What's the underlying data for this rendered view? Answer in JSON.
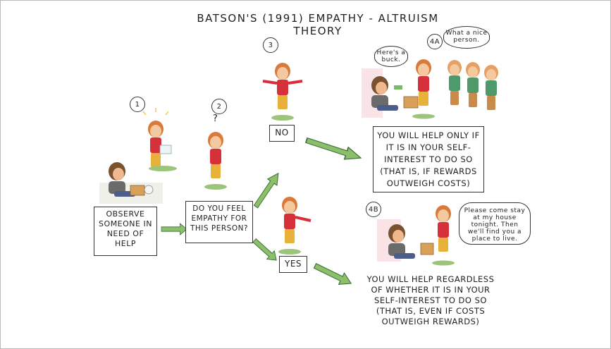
{
  "title": "BATSON'S (1991) EMPATHY - ALTRUISM THEORY",
  "steps": {
    "one": "1",
    "two": "2",
    "three": "3",
    "four_a": "4a",
    "four_b": "4b"
  },
  "question_mark": "?",
  "observe_box": [
    "OBSERVE",
    "SOMEONE IN",
    "NEED OF",
    "HELP"
  ],
  "empathy_box": [
    "DO YOU FEEL",
    "EMPATHY FOR",
    "THIS PERSON?"
  ],
  "no_label": "NO",
  "yes_label": "YES",
  "bubbles": {
    "heres_a_buck": "Here's a buck.",
    "nice_person": "What a nice person.",
    "come_stay": "Please come stay at my house tonight. Then we'll find you a place to live."
  },
  "result_a": [
    "YOU WILL HELP ONLY IF",
    "IT IS IN YOUR SELF-",
    "INTEREST TO DO SO",
    "(THAT IS, IF REWARDS",
    "OUTWEIGH COSTS)"
  ],
  "result_b": [
    "YOU WILL HELP REGARDLESS",
    "OF WHETHER IT IS IN YOUR",
    "SELF-INTEREST TO DO SO",
    "(THAT IS, EVEN IF COSTS",
    "OUTWEIGH REWARDS)"
  ],
  "colors": {
    "arrow_fill": "#8cbf6a",
    "arrow_stroke": "#3f6d3a",
    "hair": "#d97a3a",
    "shirt": "#d6303a",
    "pants": "#e8b13a",
    "grass": "#9cc47a",
    "skin": "#f5c9a0"
  }
}
